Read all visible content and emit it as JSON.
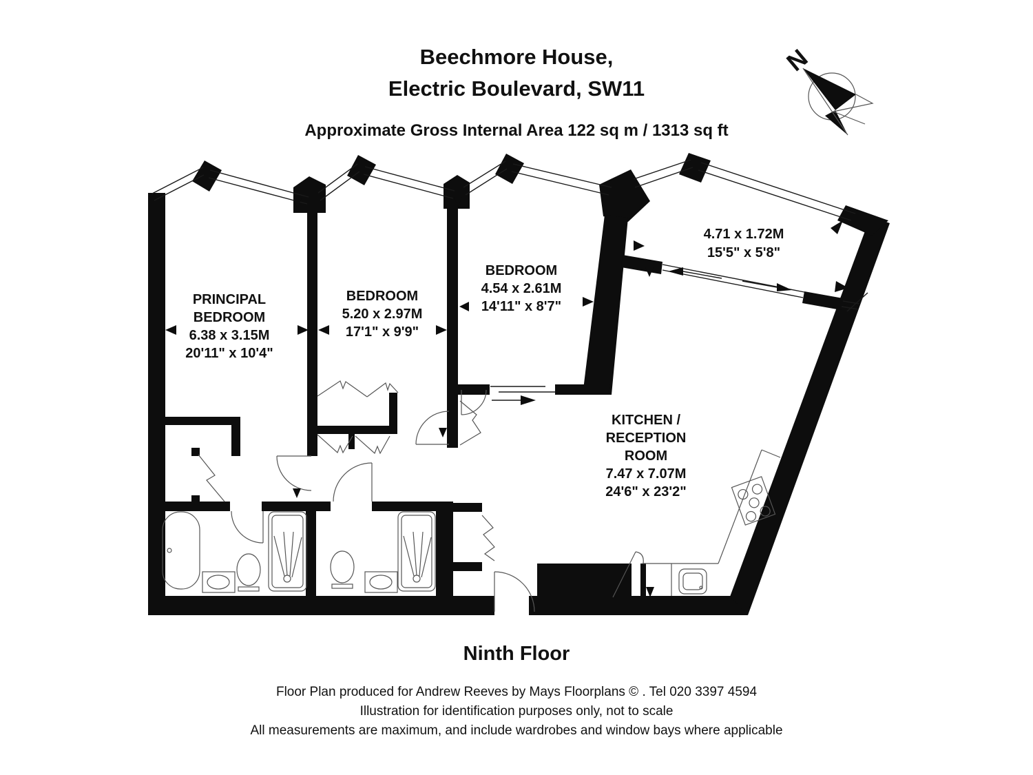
{
  "header": {
    "title_line1": "Beechmore House,",
    "title_line2": "Electric Boulevard, SW11",
    "area_line": "Approximate Gross Internal Area 122 sq m /  1313 sq ft"
  },
  "compass": {
    "north_label": "N"
  },
  "rooms": {
    "principal_bedroom": {
      "name_line1": "PRINCIPAL",
      "name_line2": "BEDROOM",
      "metric": "6.38 x 3.15M",
      "imperial": "20'11\" x 10'4\""
    },
    "bedroom2": {
      "name": "BEDROOM",
      "metric": "5.20 x 2.97M",
      "imperial": "17'1\" x 9'9\""
    },
    "bedroom3": {
      "name": "BEDROOM",
      "metric": "4.54 x 2.61M",
      "imperial": "14'11\" x 8'7\""
    },
    "balcony": {
      "metric": "4.71 x 1.72M",
      "imperial": "15'5\" x 5'8\""
    },
    "kitchen_reception": {
      "name_line1": "KITCHEN /",
      "name_line2": "RECEPTION",
      "name_line3": "ROOM",
      "metric": "7.47 x 7.07M",
      "imperial": "24'6\" x 23'2\""
    }
  },
  "floor_label": "Ninth Floor",
  "footer": {
    "line1": "Floor Plan produced for Andrew Reeves by Mays Floorplans © . Tel 020 3397 4594",
    "line2": "Illustration for identification purposes only, not to scale",
    "line3": "All measurements are maximum, and include wardrobes and window bays where applicable"
  },
  "colors": {
    "ink": "#0d0d0d",
    "background": "#ffffff"
  }
}
